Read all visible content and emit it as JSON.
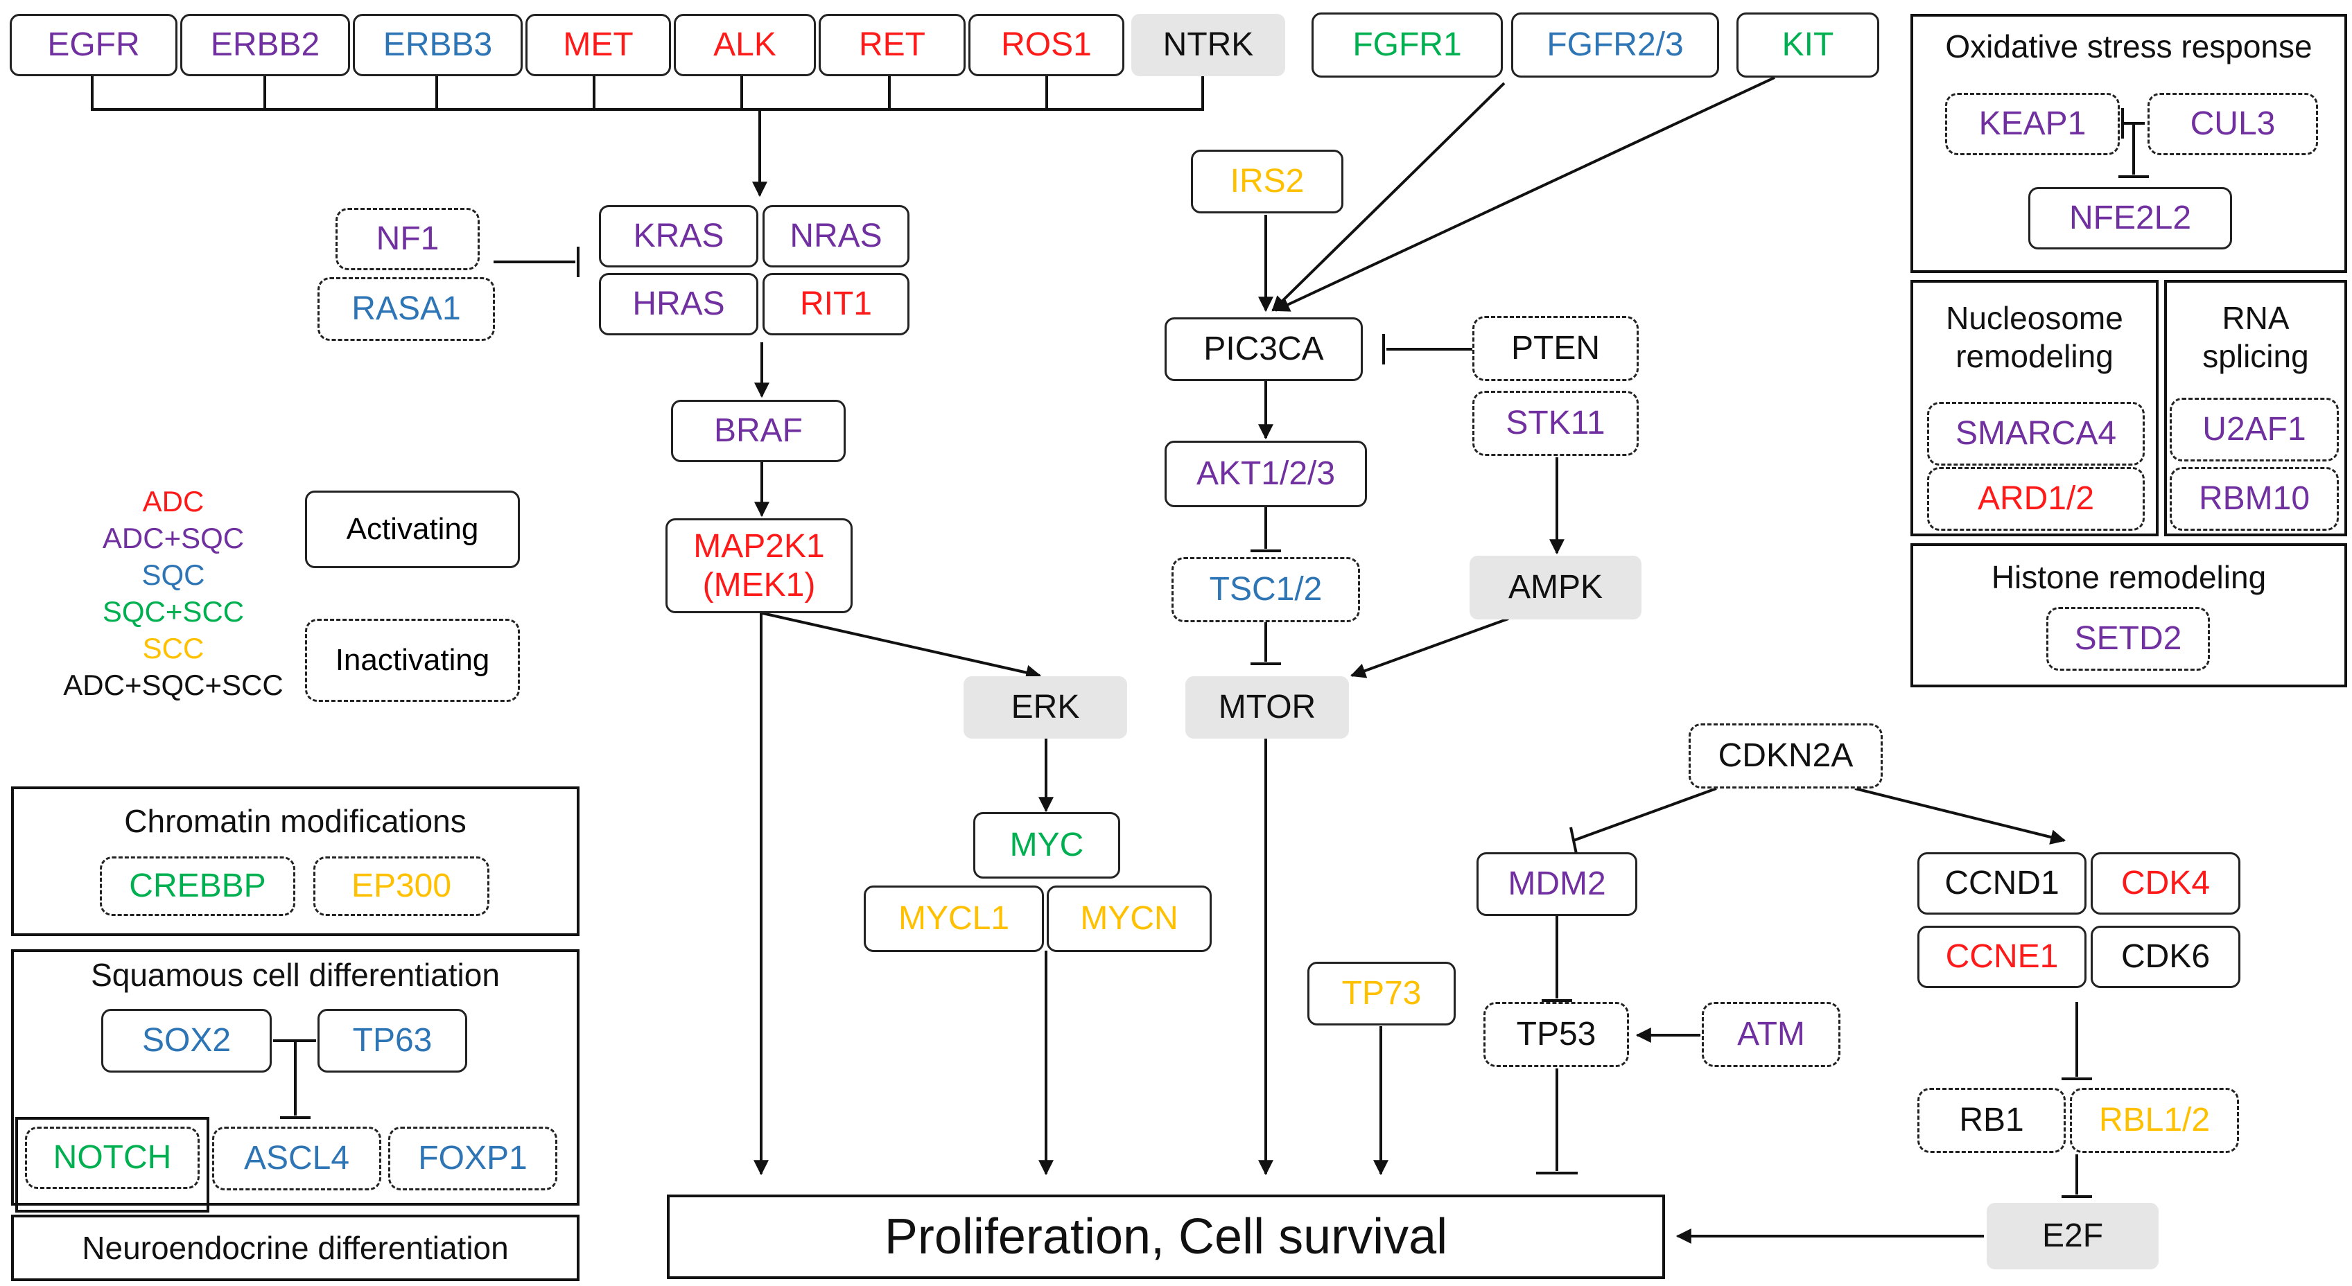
{
  "colors": {
    "ADC": "#ff1a1a",
    "ADC+SQC": "#7030a0",
    "SQC": "#2e75b6",
    "SQC+SCC": "#00b050",
    "SCC": "#ffc000",
    "ADC+SQC+SCC": "#111111"
  },
  "legend": {
    "items": [
      {
        "text": "ADC",
        "cls": "ADC"
      },
      {
        "text": "ADC+SQC",
        "cls": "ADC+SQC"
      },
      {
        "text": "SQC",
        "cls": "SQC"
      },
      {
        "text": "SQC+SCC",
        "cls": "SQC+SCC"
      },
      {
        "text": "SCC",
        "cls": "SCC"
      },
      {
        "text": "ADC+SQC+SCC",
        "cls": "ADC+SQC+SCC"
      }
    ],
    "activating": "Activating",
    "inactivating": "Inactivating"
  },
  "groups": {
    "oxidative": "Oxidative stress response",
    "nucleosome": "Nucleosome\nremodeling",
    "rna": "RNA\nsplicing",
    "histone": "Histone remodeling",
    "chromatin": "Chromatin modifications",
    "squamous": "Squamous cell differentiation",
    "neuro": "Neuroendocrine differentiation"
  },
  "nodes": {
    "egfr": {
      "label": "EGFR",
      "cls": "ADC+SQC",
      "style": "act"
    },
    "erbb2": {
      "label": "ERBB2",
      "cls": "ADC+SQC",
      "style": "act"
    },
    "erbb3": {
      "label": "ERBB3",
      "cls": "SQC",
      "style": "act"
    },
    "met": {
      "label": "MET",
      "cls": "ADC",
      "style": "act"
    },
    "alk": {
      "label": "ALK",
      "cls": "ADC",
      "style": "act"
    },
    "ret": {
      "label": "RET",
      "cls": "ADC",
      "style": "act"
    },
    "ros1": {
      "label": "ROS1",
      "cls": "ADC",
      "style": "act"
    },
    "ntrk": {
      "label": "NTRK",
      "cls": "ADC+SQC+SCC",
      "style": "grey"
    },
    "fgfr1": {
      "label": "FGFR1",
      "cls": "SQC+SCC",
      "style": "act"
    },
    "fgfr23": {
      "label": "FGFR2/3",
      "cls": "SQC",
      "style": "act"
    },
    "kit": {
      "label": "KIT",
      "cls": "SQC+SCC",
      "style": "act"
    },
    "keap1": {
      "label": "KEAP1",
      "cls": "ADC+SQC",
      "style": "inact"
    },
    "cul3": {
      "label": "CUL3",
      "cls": "ADC+SQC",
      "style": "inact"
    },
    "nfe2l2": {
      "label": "NFE2L2",
      "cls": "ADC+SQC",
      "style": "act"
    },
    "nf1": {
      "label": "NF1",
      "cls": "ADC+SQC",
      "style": "inact"
    },
    "rasa1": {
      "label": "RASA1",
      "cls": "SQC",
      "style": "inact"
    },
    "kras": {
      "label": "KRAS",
      "cls": "ADC+SQC",
      "style": "act"
    },
    "nras": {
      "label": "NRAS",
      "cls": "ADC+SQC",
      "style": "act"
    },
    "hras": {
      "label": "HRAS",
      "cls": "ADC+SQC",
      "style": "act"
    },
    "rit1": {
      "label": "RIT1",
      "cls": "ADC",
      "style": "act"
    },
    "braf": {
      "label": "BRAF",
      "cls": "ADC+SQC",
      "style": "act"
    },
    "map2k1": {
      "label": "MAP2K1\n(MEK1)",
      "cls": "ADC",
      "style": "act"
    },
    "irs2": {
      "label": "IRS2",
      "cls": "SCC",
      "style": "act"
    },
    "pic3ca": {
      "label": "PIC3CA",
      "cls": "ADC+SQC+SCC",
      "style": "act"
    },
    "pten": {
      "label": "PTEN",
      "cls": "ADC+SQC+SCC",
      "style": "inact"
    },
    "stk11": {
      "label": "STK11",
      "cls": "ADC+SQC",
      "style": "inact"
    },
    "akt": {
      "label": "AKT1/2/3",
      "cls": "ADC+SQC",
      "style": "act"
    },
    "tsc": {
      "label": "TSC1/2",
      "cls": "SQC",
      "style": "inact"
    },
    "ampk": {
      "label": "AMPK",
      "cls": "ADC+SQC+SCC",
      "style": "grey"
    },
    "erk": {
      "label": "ERK",
      "cls": "ADC+SQC+SCC",
      "style": "grey"
    },
    "mtor": {
      "label": "MTOR",
      "cls": "ADC+SQC+SCC",
      "style": "grey"
    },
    "myc": {
      "label": "MYC",
      "cls": "SQC+SCC",
      "style": "act"
    },
    "mycl1": {
      "label": "MYCL1",
      "cls": "SCC",
      "style": "act"
    },
    "mycn": {
      "label": "MYCN",
      "cls": "SCC",
      "style": "act"
    },
    "smarca4": {
      "label": "SMARCA4",
      "cls": "ADC+SQC",
      "style": "inact"
    },
    "ard12": {
      "label": "ARD1/2",
      "cls": "ADC",
      "style": "inact"
    },
    "u2af1": {
      "label": "U2AF1",
      "cls": "ADC+SQC",
      "style": "inact"
    },
    "rbm10": {
      "label": "RBM10",
      "cls": "ADC+SQC",
      "style": "inact"
    },
    "setd2": {
      "label": "SETD2",
      "cls": "ADC+SQC",
      "style": "inact"
    },
    "cdkn2a": {
      "label": "CDKN2A",
      "cls": "ADC+SQC+SCC",
      "style": "inact"
    },
    "mdm2": {
      "label": "MDM2",
      "cls": "ADC+SQC",
      "style": "act"
    },
    "tp53": {
      "label": "TP53",
      "cls": "ADC+SQC+SCC",
      "style": "inact"
    },
    "atm": {
      "label": "ATM",
      "cls": "ADC+SQC",
      "style": "inact"
    },
    "tp73": {
      "label": "TP73",
      "cls": "SCC",
      "style": "act"
    },
    "ccnd1": {
      "label": "CCND1",
      "cls": "ADC+SQC+SCC",
      "style": "act"
    },
    "cdk4": {
      "label": "CDK4",
      "cls": "ADC",
      "style": "act"
    },
    "ccne1": {
      "label": "CCNE1",
      "cls": "ADC",
      "style": "act"
    },
    "cdk6": {
      "label": "CDK6",
      "cls": "ADC+SQC+SCC",
      "style": "act"
    },
    "rb1": {
      "label": "RB1",
      "cls": "ADC+SQC+SCC",
      "style": "inact"
    },
    "rbl12": {
      "label": "RBL1/2",
      "cls": "SCC",
      "style": "inact"
    },
    "e2f": {
      "label": "E2F",
      "cls": "ADC+SQC+SCC",
      "style": "grey"
    },
    "crebbp": {
      "label": "CREBBP",
      "cls": "SQC+SCC",
      "style": "inact"
    },
    "ep300": {
      "label": "EP300",
      "cls": "SCC",
      "style": "inact"
    },
    "sox2": {
      "label": "SOX2",
      "cls": "SQC",
      "style": "act"
    },
    "tp63": {
      "label": "TP63",
      "cls": "SQC",
      "style": "act"
    },
    "notch": {
      "label": "NOTCH",
      "cls": "SQC+SCC",
      "style": "inact"
    },
    "ascl4": {
      "label": "ASCL4",
      "cls": "SQC",
      "style": "inact"
    },
    "foxp1": {
      "label": "FOXP1",
      "cls": "SQC",
      "style": "inact"
    },
    "prolif": {
      "label": "Proliferation, Cell survival",
      "cls": "ADC+SQC+SCC",
      "style": "big"
    }
  }
}
